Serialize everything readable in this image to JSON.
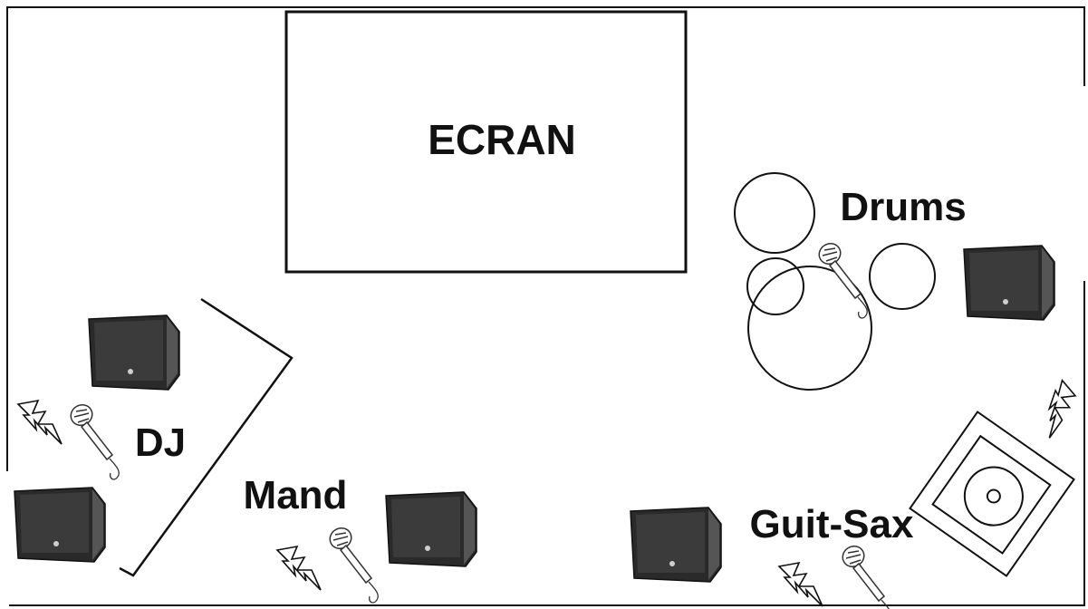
{
  "labels": {
    "screen": "ECRAN",
    "drums": "Drums",
    "dj": "DJ",
    "mand": "Mand",
    "guit_sax": "Guit-Sax"
  }
}
